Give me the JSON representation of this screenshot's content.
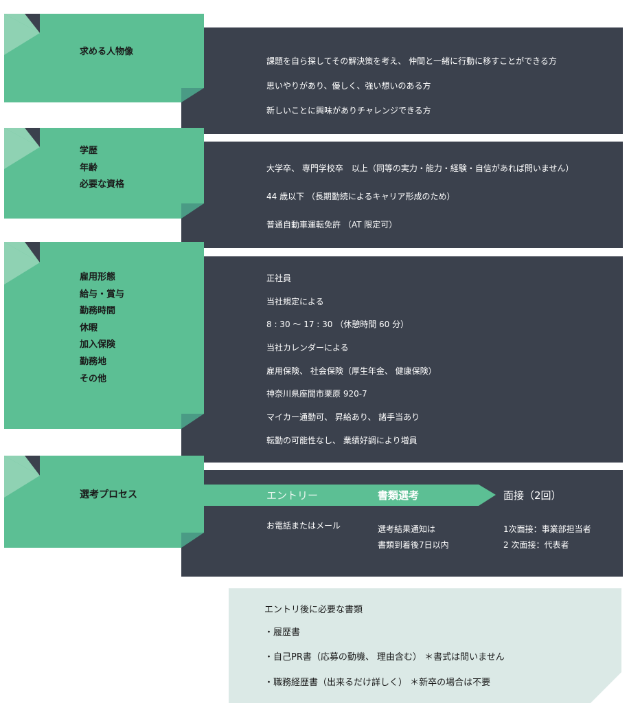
{
  "colors": {
    "panel": "#3b414d",
    "tab": "#5cbf94",
    "tab_light": "#8fd2b3",
    "note_bg": "#dbe9e6"
  },
  "sections": [
    {
      "labels": [
        "求める人物像"
      ],
      "rows": [
        "課題を自ら探してその解決策を考え、 仲間と一緒に行動に移すことができる方",
        "思いやりがあり、優しく、強い想いのある方",
        "新しいことに興味がありチャレンジできる方"
      ]
    },
    {
      "labels": [
        "学歴",
        "年齢",
        "必要な資格"
      ],
      "rows": [
        "大学卒、 専門学校卒　以上（同等の実力・能力・経験・自信があれば問いません）",
        "44 歳以下 （長期勤続によるキャリア形成のため）",
        "普通自動車運転免許 （AT 限定可）"
      ]
    },
    {
      "labels": [
        "雇用形態",
        "給与・賞与",
        "勤務時間",
        "休暇",
        "加入保険",
        "勤務地",
        "その他"
      ],
      "rows": [
        "正社員",
        "当社規定による",
        "8 : 30 ～ 17 : 30 （休憩時間 60 分）",
        "当社カレンダーによる",
        "雇用保険、 社会保険（厚生年金、 健康保険）",
        "神奈川県座間市栗原 920-7",
        "マイカー通勤可、 昇給あり、 諸手当あり",
        "転勤の可能性なし、 業績好調により増員"
      ]
    },
    {
      "labels": [
        "選考プロセス"
      ],
      "process": {
        "steps": [
          {
            "title": "エントリー",
            "details": [
              "お電話またはメール"
            ]
          },
          {
            "title": "書類選考",
            "details": [
              "選考結果通知は",
              "書類到着後7日以内"
            ]
          },
          {
            "title": "面接（2回）",
            "details": [
              "1次面接：事業部担当者",
              "2 次面接：代表者"
            ]
          }
        ]
      }
    }
  ],
  "note": {
    "title": "エントリ後に必要な書類",
    "items": [
      "・履歴書",
      "・自己PR書（応募の動機、 理由含む） ＊書式は問いません",
      "・職務経歴書（出来るだけ詳しく） ＊新卒の場合は不要"
    ]
  }
}
